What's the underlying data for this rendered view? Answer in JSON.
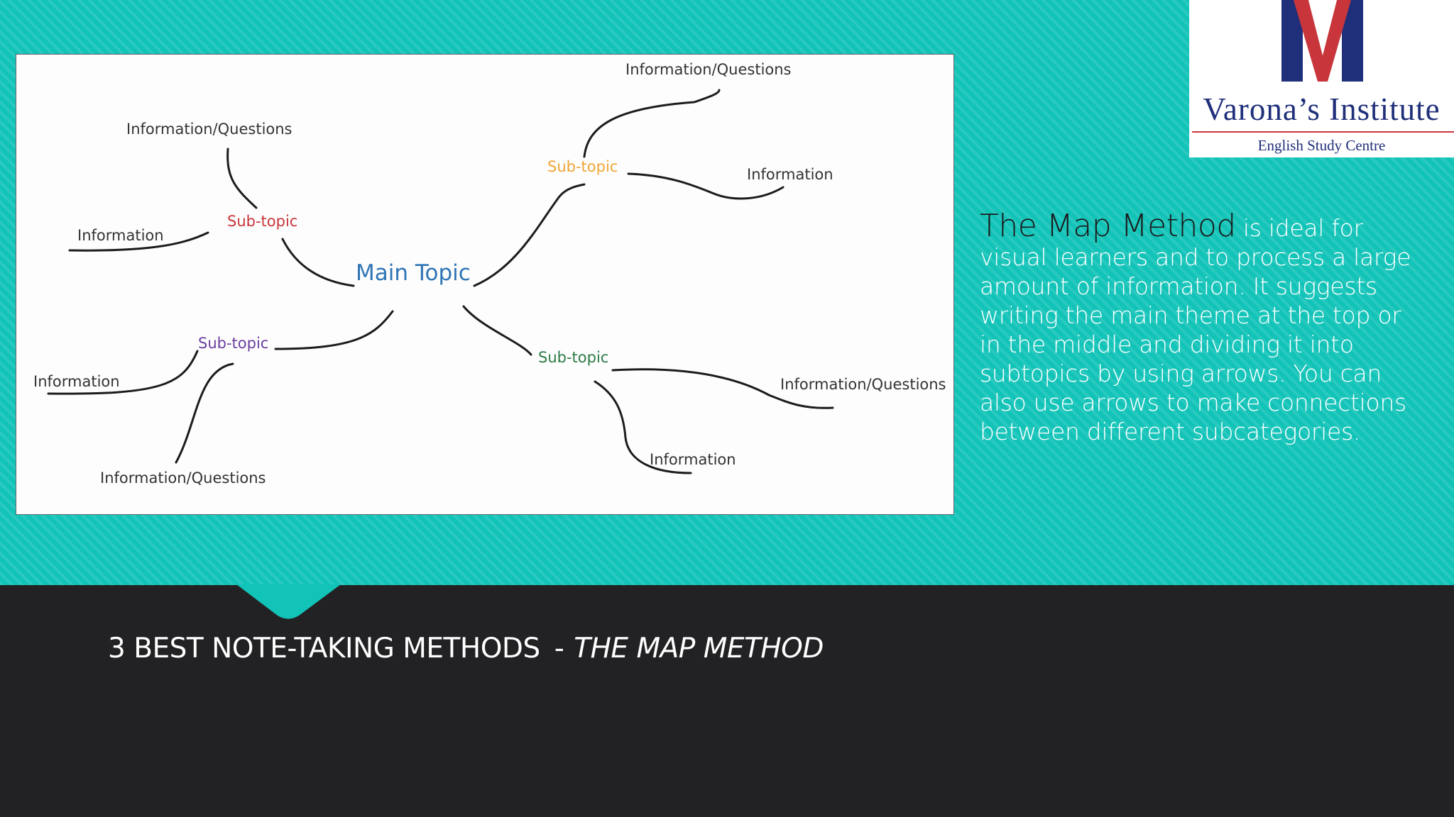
{
  "slide": {
    "footer": {
      "title": "3 BEST NOTE-TAKING METHODS",
      "separator": "-",
      "subtitle": "THE MAP METHOD"
    },
    "description": {
      "term": "The Map Method",
      "text": " is ideal for visual learners and to process a large amount of information. It suggests writing the main theme at the top or in the middle and dividing it into subtopics by using arrows. You can also use arrows to make connections between different subcategories."
    }
  },
  "logo": {
    "name": "Varona’s  Institute",
    "tagline": "English Study Centre",
    "colors": {
      "navy": "#1f2f7a",
      "red": "#c8363b"
    }
  },
  "mind_map": {
    "main_topic": "Main Topic",
    "subtopics": {
      "top_left": "Sub-topic",
      "top_right": "Sub-topic",
      "bottom_left": "Sub-topic",
      "bottom_right": "Sub-topic"
    },
    "leaves": {
      "tl_info_questions": "Information/Questions",
      "tl_information": "Information",
      "tr_info_questions": "Information/Questions",
      "tr_information": "Information",
      "bl_information": "Information",
      "bl_info_questions": "Information/Questions",
      "br_info_questions": "Information/Questions",
      "br_information": "Information"
    },
    "colors": {
      "main": "#2f75b5",
      "top_left": "#c8363b",
      "top_right": "#f0a636",
      "bottom_left": "#6b3fa0",
      "bottom_right": "#2d7a45"
    }
  }
}
